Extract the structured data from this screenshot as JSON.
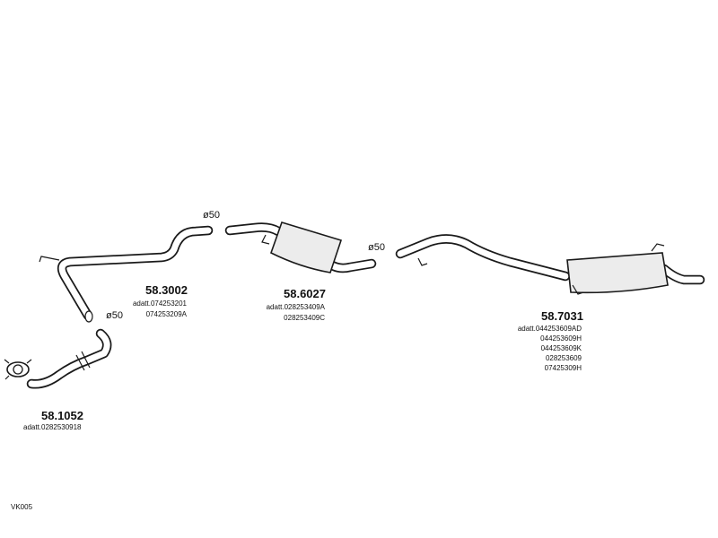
{
  "diagram_code": "VK005",
  "parts": [
    {
      "number": "58.1052",
      "refs": [
        "adatt.0282530918"
      ]
    },
    {
      "number": "58.3002",
      "refs": [
        "adatt.074253201",
        "074253209A"
      ]
    },
    {
      "number": "58.6027",
      "refs": [
        "adatt.028253409A",
        "028253409C"
      ]
    },
    {
      "number": "58.7031",
      "refs": [
        "adatt.044253609AD",
        "044253609H",
        "044253609K",
        "028253609",
        "07425309H"
      ]
    }
  ],
  "diameters": {
    "front_joint": "ø50",
    "mid_joint": "ø50",
    "rear_joint": "ø50"
  }
}
